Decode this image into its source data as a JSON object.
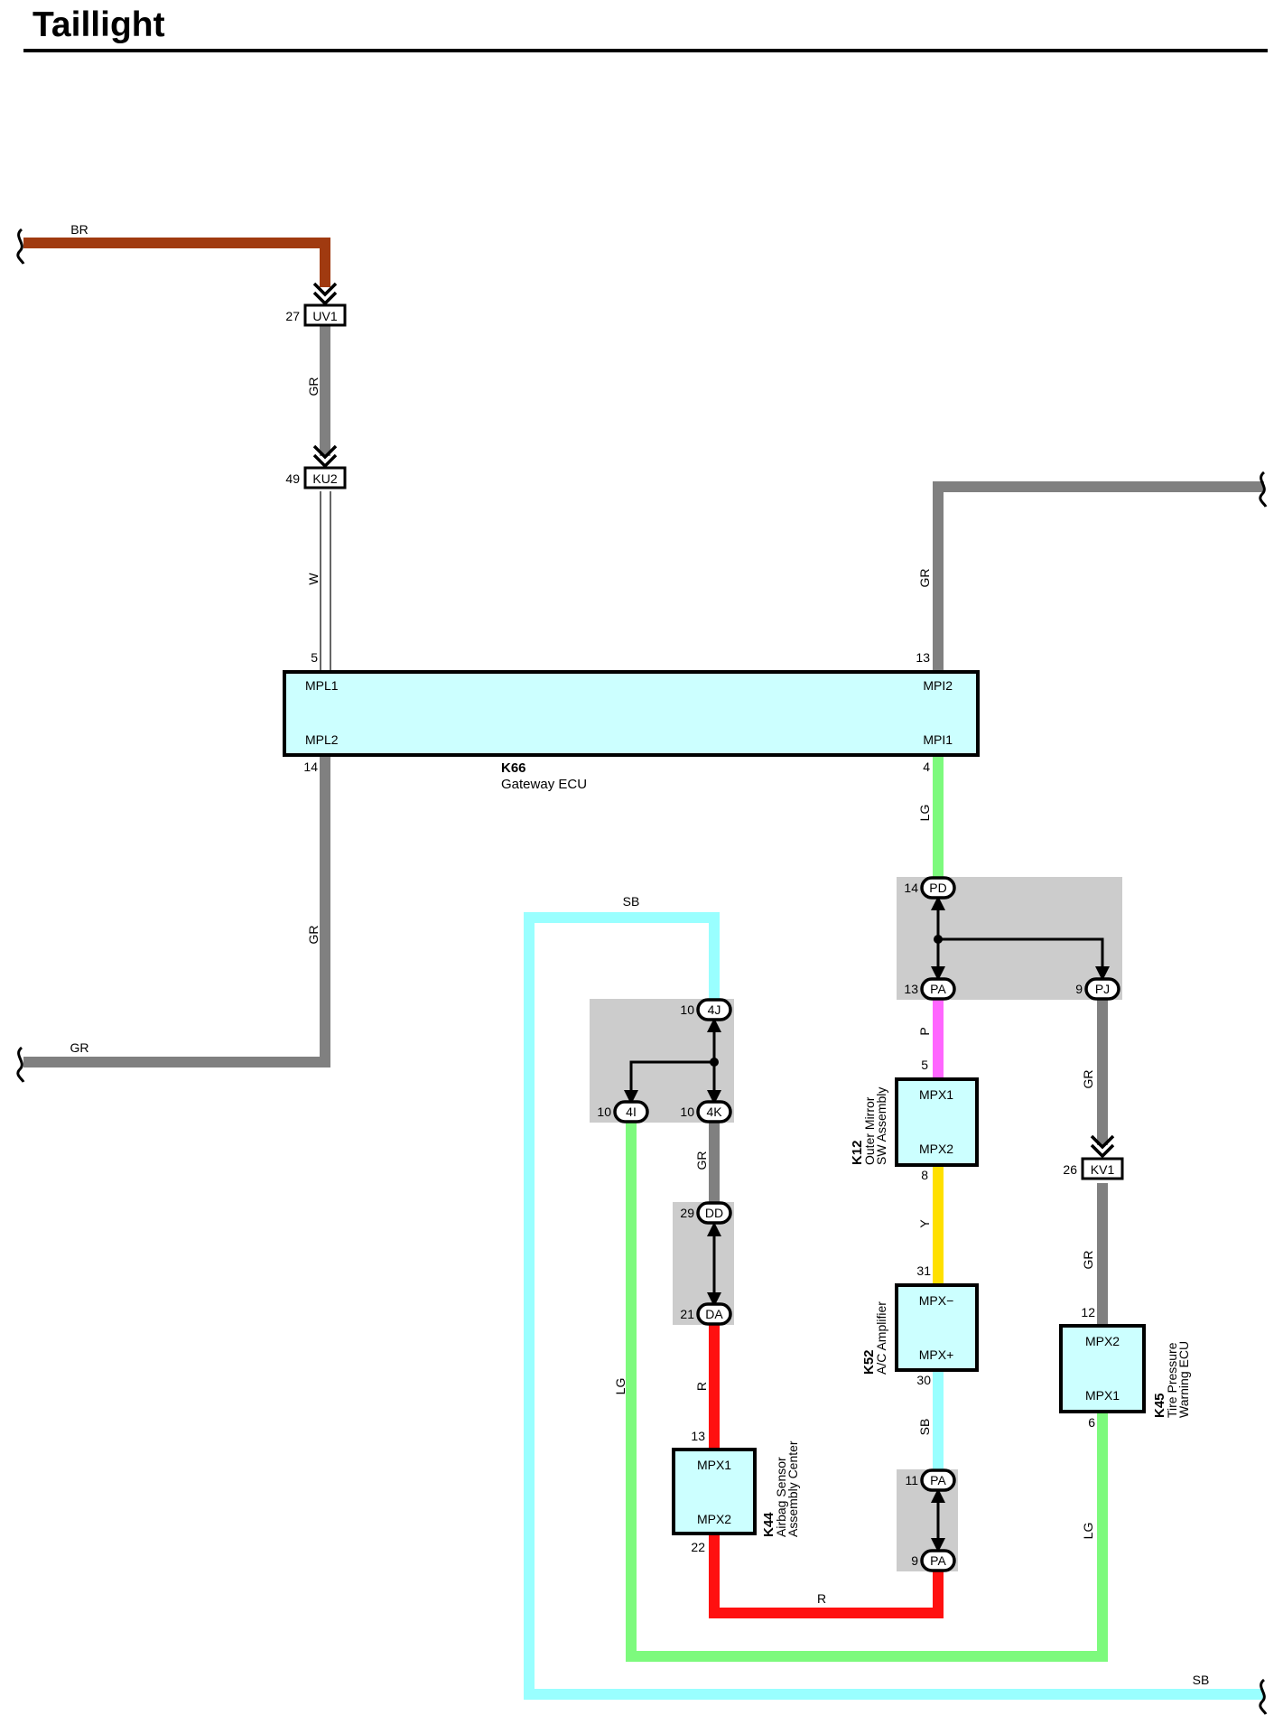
{
  "title": "Taillight",
  "colors": {
    "BR": "#a03a10",
    "GR": "#808080",
    "LG": "#7dfa7d",
    "SB": "#99ffff",
    "P": "#ff66ff",
    "Y": "#ffe000",
    "R": "#ff1010",
    "component_fill": "#ccffff",
    "junction_fill": "#cccccc"
  },
  "wire_labels": [
    "BR",
    "GR",
    "W",
    "GR",
    "GR",
    "GR",
    "LG",
    "SB",
    "P",
    "GR",
    "GR",
    "Y",
    "GR",
    "R",
    "SB",
    "LG",
    "LG",
    "R",
    "SB"
  ],
  "connectors": [
    {
      "name": "UV1",
      "pin": "27"
    },
    {
      "name": "KU2",
      "pin": "49"
    },
    {
      "name": "KV1",
      "pin": "26"
    }
  ],
  "terminals": [
    {
      "name": "PD",
      "pin": "14"
    },
    {
      "name": "PA",
      "pin": "13"
    },
    {
      "name": "PJ",
      "pin": "9"
    },
    {
      "name": "4J",
      "pin": "10"
    },
    {
      "name": "4I",
      "pin": "10"
    },
    {
      "name": "4K",
      "pin": "10"
    },
    {
      "name": "DD",
      "pin": "29"
    },
    {
      "name": "DA",
      "pin": "21"
    },
    {
      "name": "PA",
      "pin": "11"
    },
    {
      "name": "PA",
      "pin": "9"
    }
  ],
  "components": [
    {
      "id": "K66",
      "name": "Gateway ECU",
      "pins": [
        {
          "label": "MPL1",
          "num": "5"
        },
        {
          "label": "MPL2",
          "num": "14"
        },
        {
          "label": "MPI2",
          "num": "13"
        },
        {
          "label": "MPI1",
          "num": "4"
        }
      ]
    },
    {
      "id": "K12",
      "name_lines": [
        "Outer Mirror",
        "SW Assembly"
      ],
      "pins": [
        {
          "label": "MPX1",
          "num": "5"
        },
        {
          "label": "MPX2",
          "num": "8"
        }
      ]
    },
    {
      "id": "K52",
      "name_lines": [
        "A/C Amplifier"
      ],
      "pins": [
        {
          "label": "MPX−",
          "num": "31"
        },
        {
          "label": "MPX+",
          "num": "30"
        }
      ]
    },
    {
      "id": "K45",
      "name_lines": [
        "Tire Pressure",
        "Warning ECU"
      ],
      "pins": [
        {
          "label": "MPX2",
          "num": "12"
        },
        {
          "label": "MPX1",
          "num": "6"
        }
      ]
    },
    {
      "id": "K44",
      "name_lines": [
        "Airbag Sensor",
        "Assembly Center"
      ],
      "pins": [
        {
          "label": "MPX1",
          "num": "13"
        },
        {
          "label": "MPX2",
          "num": "22"
        }
      ]
    }
  ]
}
